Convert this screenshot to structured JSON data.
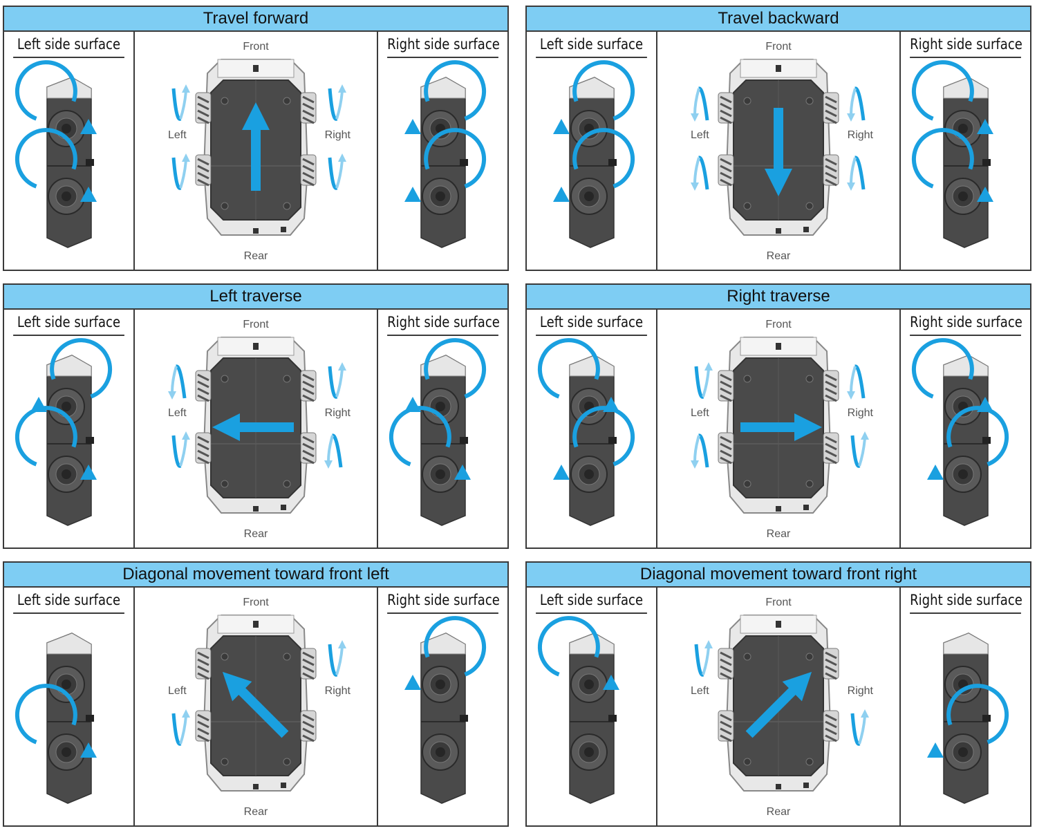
{
  "labels": {
    "left_surface": "Left side surface",
    "right_surface": "Right side surface",
    "front": "Front",
    "rear": "Rear",
    "left": "Left",
    "right": "Right"
  },
  "colors": {
    "header": "#7ecdf3",
    "arrow": "#1aa0e0",
    "arrow_light": "#8fd0f0",
    "body": "#4a4a4a"
  },
  "panels": [
    {
      "title": "Travel forward",
      "arrow": "up",
      "wheels_left": [
        "up",
        "up"
      ],
      "wheels_right": [
        "up",
        "up"
      ],
      "side_left": [
        "cw",
        "cw"
      ],
      "side_right": [
        "ccw",
        "ccw"
      ]
    },
    {
      "title": "Travel backward",
      "arrow": "down",
      "wheels_left": [
        "down",
        "down"
      ],
      "wheels_right": [
        "down",
        "down"
      ],
      "side_left": [
        "ccw",
        "ccw"
      ],
      "side_right": [
        "cw",
        "cw"
      ]
    },
    {
      "title": "Left traverse",
      "arrow": "left",
      "wheels_left": [
        "down",
        "up"
      ],
      "wheels_right": [
        "up",
        "down"
      ],
      "side_left": [
        "ccw",
        "cw"
      ],
      "side_right": [
        "ccw",
        "cw"
      ]
    },
    {
      "title": "Right traverse",
      "arrow": "right",
      "wheels_left": [
        "up",
        "down"
      ],
      "wheels_right": [
        "down",
        "up"
      ],
      "side_left": [
        "cw",
        "ccw"
      ],
      "side_right": [
        "cw",
        "ccw"
      ]
    },
    {
      "title": "Diagonal movement toward front left",
      "arrow": "upleft",
      "wheels_left": [
        null,
        "up"
      ],
      "wheels_right": [
        "up",
        null
      ],
      "side_left": [
        null,
        "cw"
      ],
      "side_right": [
        "ccw",
        null
      ]
    },
    {
      "title": "Diagonal movement toward front right",
      "arrow": "upright",
      "wheels_left": [
        "up",
        null
      ],
      "wheels_right": [
        null,
        "up"
      ],
      "side_left": [
        "cw",
        null
      ],
      "side_right": [
        null,
        "ccw"
      ]
    }
  ]
}
